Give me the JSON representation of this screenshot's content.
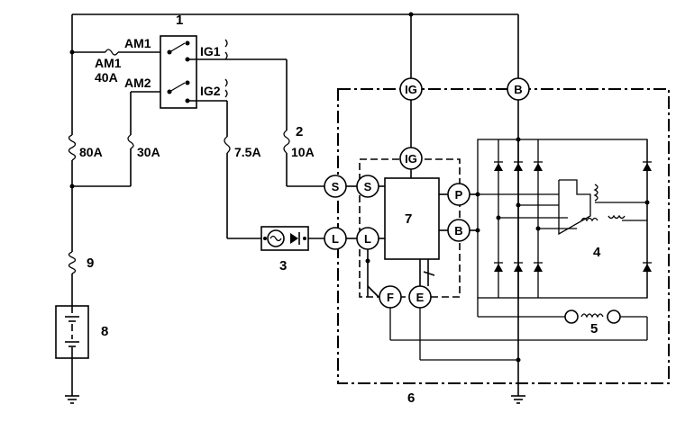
{
  "labels": {
    "am1": "AM1",
    "am1_fuse": "AM1",
    "am1_fuse_rating": "40A",
    "am2": "AM2",
    "ig1": "IG1",
    "ig2": "IG2",
    "fuse_80a": "80A",
    "fuse_30a": "30A",
    "fuse_7_5a": "7.5A",
    "fuse_10a": "10A"
  },
  "terminals": {
    "ig_top": "IG",
    "b_top": "B",
    "ig_regulator": "IG",
    "s_outer": "S",
    "s_inner": "S",
    "p": "P",
    "l_outer": "L",
    "l_inner": "L",
    "b_regulator": "B",
    "f": "F",
    "e": "E"
  },
  "callouts": {
    "c1": "1",
    "c2": "2",
    "c3": "3",
    "c4": "4",
    "c5": "5",
    "c6": "6",
    "c7": "7",
    "c8": "8",
    "c9": "9"
  }
}
